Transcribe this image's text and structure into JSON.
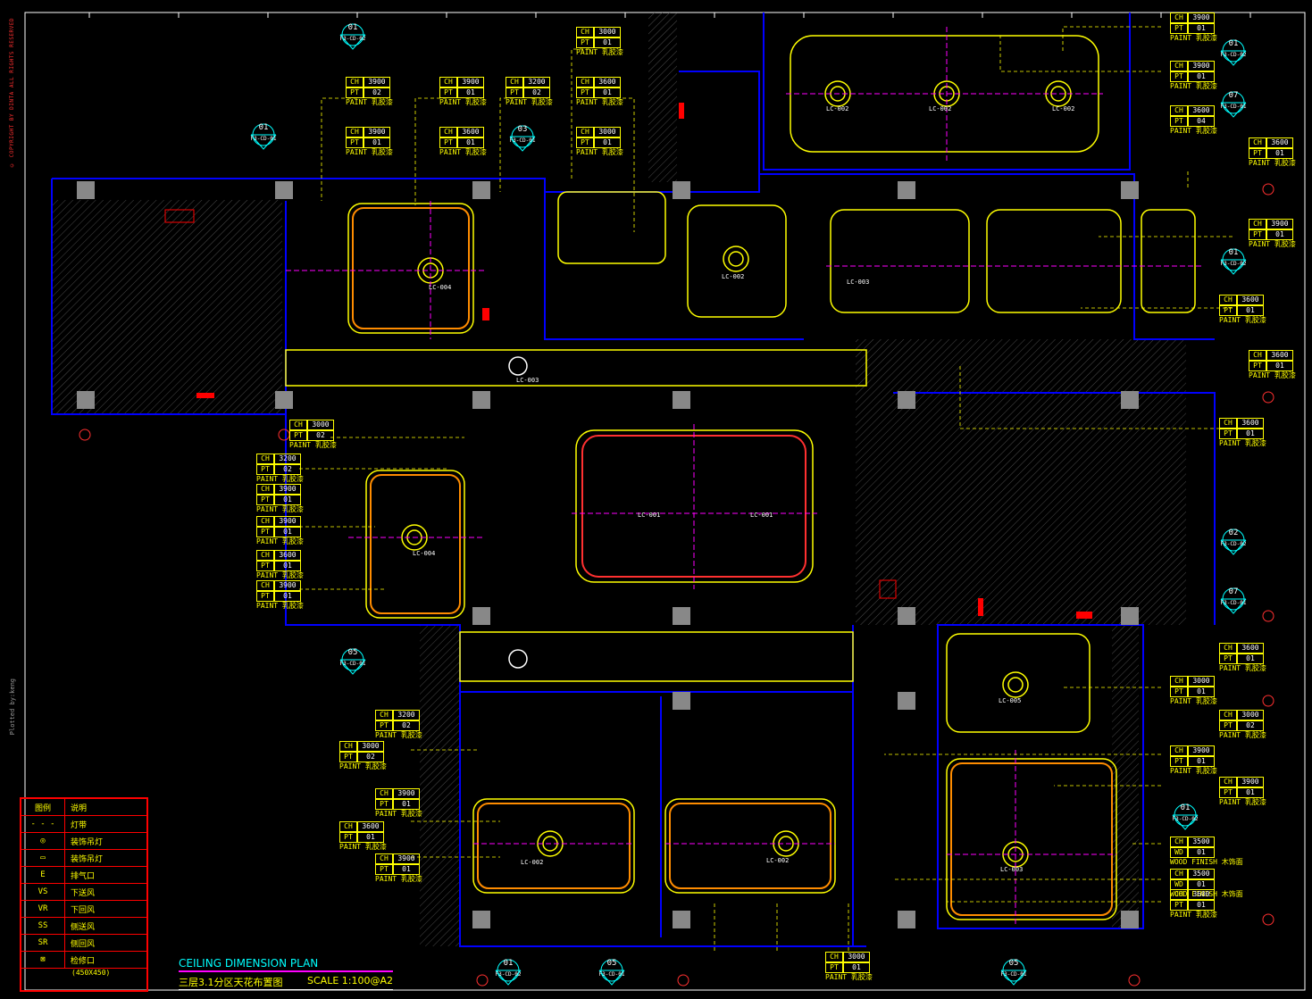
{
  "title": {
    "main": "CEILING DIMENSION PLAN",
    "sub": "三层3.1分区天花布置图",
    "scale": "SCALE 1:100@A2"
  },
  "copyright": "© COPYRIGHT BY DINTA ALL RIGHTS RESERVED",
  "plotted": "Plotted by:keng",
  "legend": {
    "header_symbol": "图例",
    "header_desc": "说明",
    "items": [
      {
        "symbol": "- - -",
        "desc": "灯带"
      },
      {
        "symbol": "◎",
        "desc": "装饰吊灯"
      },
      {
        "symbol": "▭",
        "desc": "装饰吊灯"
      },
      {
        "symbol": "E",
        "desc": "排气口"
      },
      {
        "symbol": "VS",
        "desc": "下送风"
      },
      {
        "symbol": "VR",
        "desc": "下回风"
      },
      {
        "symbol": "SS",
        "desc": "侧送风"
      },
      {
        "symbol": "SR",
        "desc": "侧回风"
      },
      {
        "symbol": "⊠",
        "desc": "检修口"
      }
    ],
    "access_size": "(450X450)"
  },
  "markers": [
    {
      "num": "01",
      "ref": "F3-CD-02"
    },
    {
      "num": "01",
      "ref": "F3-CD-01"
    },
    {
      "num": "03",
      "ref": "F3-CD-01"
    },
    {
      "num": "01",
      "ref": "F3-CD-02"
    },
    {
      "num": "07",
      "ref": "F3-CD-01"
    },
    {
      "num": "01",
      "ref": "F3-CD-02"
    },
    {
      "num": "02",
      "ref": "F3-CD-02"
    },
    {
      "num": "07",
      "ref": "F3-CD-01"
    },
    {
      "num": "05",
      "ref": "F3-CD-01"
    },
    {
      "num": "01",
      "ref": "F3-CD-02"
    },
    {
      "num": "01",
      "ref": "F3-CD-02"
    },
    {
      "num": "05",
      "ref": "F3-CD-01"
    },
    {
      "num": "05",
      "ref": "F3-CD-01"
    }
  ],
  "tags": [
    {
      "ch": "3900",
      "pt": "02",
      "note": "PAINT 乳胶漆"
    },
    {
      "ch": "3900",
      "pt": "01",
      "note": "PAINT 乳胶漆"
    },
    {
      "ch": "3200",
      "pt": "02",
      "note": "PAINT 乳胶漆"
    },
    {
      "ch": "3600",
      "pt": "01",
      "note": "PAINT 乳胶漆"
    },
    {
      "ch": "3000",
      "pt": "01",
      "note": "PAINT 乳胶漆"
    },
    {
      "ch": "3900",
      "pt": "01",
      "note": "PAINT 乳胶漆"
    },
    {
      "ch": "3600",
      "pt": "01",
      "note": "PAINT 乳胶漆"
    },
    {
      "ch": "3000",
      "pt": "01",
      "note": "PAINT 乳胶漆"
    },
    {
      "ch": "3900",
      "pt": "01",
      "note": "PAINT 乳胶漆"
    },
    {
      "ch": "3600",
      "pt": "04",
      "note": "PAINT 乳胶漆"
    },
    {
      "ch": "3600",
      "pt": "01",
      "note": "PAINT 乳胶漆"
    },
    {
      "ch": "3900",
      "pt": "01",
      "note": "PAINT 乳胶漆"
    },
    {
      "ch": "3900",
      "pt": "01",
      "note": "PAINT 乳胶漆"
    },
    {
      "ch": "3600",
      "pt": "01",
      "note": "PAINT 乳胶漆"
    },
    {
      "ch": "3000",
      "pt": "02",
      "note": "PAINT 乳胶漆"
    },
    {
      "ch": "3200",
      "pt": "02",
      "note": "PAINT 乳胶漆"
    },
    {
      "ch": "3900",
      "pt": "01",
      "note": "PAINT 乳胶漆"
    },
    {
      "ch": "3900",
      "pt": "01",
      "note": "PAINT 乳胶漆"
    },
    {
      "ch": "3600",
      "pt": "01",
      "note": "PAINT 乳胶漆"
    },
    {
      "ch": "3900",
      "pt": "01",
      "note": "PAINT 乳胶漆"
    },
    {
      "ch": "3200",
      "pt": "02",
      "note": "PAINT 乳胶漆"
    },
    {
      "ch": "3000",
      "pt": "02",
      "note": "PAINT 乳胶漆"
    },
    {
      "ch": "3900",
      "pt": "01",
      "note": "PAINT 乳胶漆"
    },
    {
      "ch": "3600",
      "pt": "01",
      "note": "PAINT 乳胶漆"
    },
    {
      "ch": "3900",
      "pt": "01",
      "note": "PAINT 乳胶漆"
    },
    {
      "ch": "3600",
      "pt": "01",
      "note": "PAINT 乳胶漆"
    },
    {
      "ch": "3000",
      "pt": "02",
      "note": "PAINT 乳胶漆"
    },
    {
      "ch": "3900",
      "pt": "01",
      "note": "PAINT 乳胶漆"
    },
    {
      "ch": "3000",
      "pt": "01",
      "note": "PAINT 乳胶漆"
    },
    {
      "ch": "3900",
      "pt": "01",
      "note": "PAINT 乳胶漆"
    },
    {
      "ch": "3500",
      "wd": "01",
      "note": "WOOD FINISH 木饰面"
    },
    {
      "ch": "3500",
      "wd": "01",
      "note": "WOOD FINISH 木饰面"
    },
    {
      "ch": "3600",
      "pt": "01",
      "note": "PAINT 乳胶漆"
    },
    {
      "ch": "3600",
      "pt": "01",
      "note": "PAINT 乳胶漆"
    },
    {
      "ch": "3600",
      "pt": "01",
      "note": "PAINT 乳胶漆"
    },
    {
      "ch": "3000",
      "pt": "01",
      "note": "PAINT 乳胶漆"
    }
  ],
  "labels": {
    "ch": "CH",
    "pt": "PT",
    "wd": "WD"
  },
  "room_labels": [
    "LC-002",
    "LC-002",
    "LC-002",
    "LC-004",
    "LC-002",
    "LC-003",
    "LC-004",
    "LC-001",
    "LC-001",
    "LC-005",
    "LC-003",
    "LC-002",
    "LC-002",
    "LC-003"
  ],
  "colors": {
    "wall": "#0000ff",
    "ceiling": "#ffff00",
    "lightstrip": "#ff8c00",
    "axis": "#ff00ff",
    "red": "#ff0000",
    "hatch": "#555555"
  }
}
